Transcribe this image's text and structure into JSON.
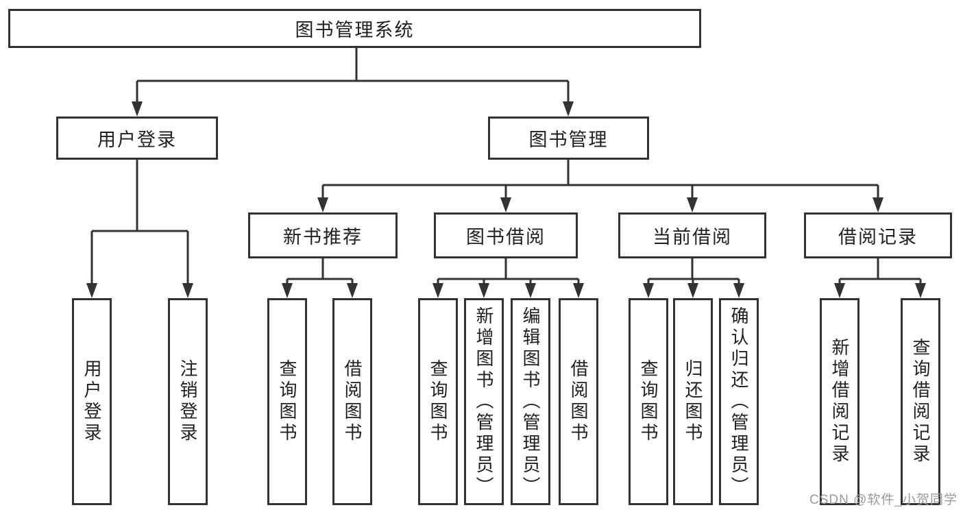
{
  "tree": {
    "root": {
      "label": "图书管理系统",
      "children": [
        {
          "label": "用户登录",
          "children": [
            {
              "label": "用户登录"
            },
            {
              "label": "注销登录"
            }
          ]
        },
        {
          "label": "图书管理",
          "children": [
            {
              "label": "新书推荐",
              "children": [
                {
                  "label": "查询图书"
                },
                {
                  "label": "借阅图书"
                }
              ]
            },
            {
              "label": "图书借阅",
              "children": [
                {
                  "label": "查询图书"
                },
                {
                  "label": "新增图书（管理员）"
                },
                {
                  "label": "编辑图书（管理员）"
                },
                {
                  "label": "借阅图书"
                }
              ]
            },
            {
              "label": "当前借阅",
              "children": [
                {
                  "label": "查询图书"
                },
                {
                  "label": "归还图书"
                },
                {
                  "label": "确认归还（管理员）"
                }
              ]
            },
            {
              "label": "借阅记录",
              "children": [
                {
                  "label": "新增借阅记录"
                },
                {
                  "label": "查询借阅记录"
                }
              ]
            }
          ]
        }
      ]
    }
  },
  "watermark": {
    "text": "CSDN @软件_小贺同学"
  },
  "colors": {
    "line": "#323232",
    "box_border": "#323232",
    "text": "#1f1f1f",
    "watermark": "#9a9a9a",
    "background": "#ffffff"
  }
}
